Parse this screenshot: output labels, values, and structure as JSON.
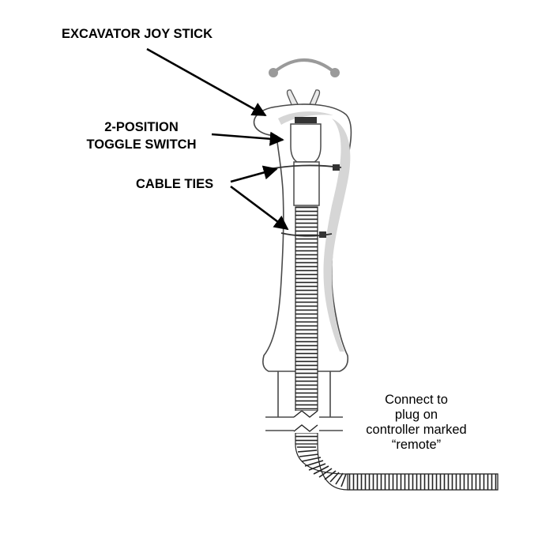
{
  "labels": {
    "joystick": "EXCAVATOR JOY STICK",
    "toggle_line1": "2-POSITION",
    "toggle_line2": "TOGGLE SWITCH",
    "cable_ties": "CABLE TIES",
    "connect_line1": "Connect to",
    "connect_line2": "plug on",
    "connect_line3": "controller marked",
    "connect_line4": "“remote”"
  },
  "colors": {
    "outline": "#4a4a4a",
    "handle_shade": "#d6d6d6",
    "detail_gray": "#9a9a9a"
  }
}
